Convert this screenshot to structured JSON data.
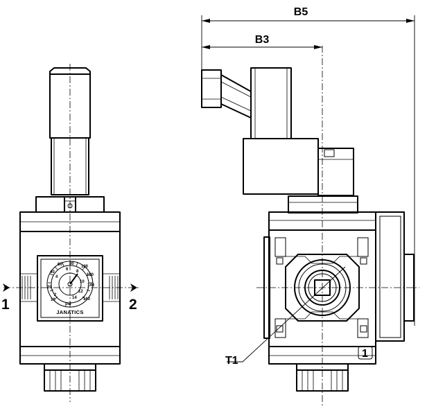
{
  "dimensions": {
    "b5": "B5",
    "b3": "B3",
    "t1": "T1"
  },
  "ports": {
    "inlet": "1",
    "outlet": "2",
    "exhaust": "1"
  },
  "gauge": {
    "brand": "JANATICS",
    "scale_labels": [
      "2",
      "4",
      "6",
      "8",
      "10",
      "12",
      "14",
      "16",
      "20",
      "40",
      "60",
      "80",
      "100",
      "120",
      "140",
      "160"
    ],
    "unit_label": "psi"
  },
  "colors": {
    "line": "#000000",
    "background": "#ffffff"
  }
}
